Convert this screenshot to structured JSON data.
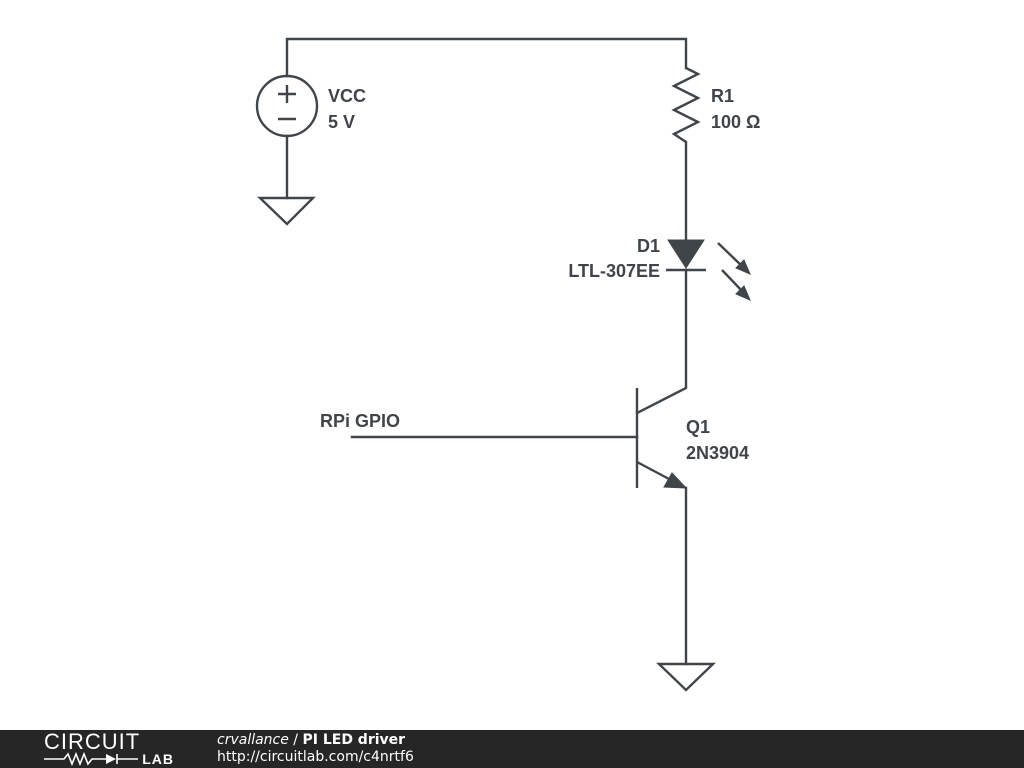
{
  "schematic": {
    "vcc": {
      "name": "VCC",
      "value": "5 V"
    },
    "r1": {
      "name": "R1",
      "value": "100 Ω"
    },
    "d1": {
      "name": "D1",
      "part": "LTL-307EE"
    },
    "q1": {
      "name": "Q1",
      "part": "2N3904"
    },
    "input_label": "RPi GPIO",
    "colors": {
      "line": "#3f4549",
      "background": "#ffffff"
    }
  },
  "footer": {
    "brand_top": "CIRCUIT",
    "brand_bottom": "LAB",
    "author": "crvallance",
    "separator": " / ",
    "title": "PI LED driver",
    "url": "http://circuitlab.com/c4nrtf6",
    "colors": {
      "background": "#262626",
      "text": "#ffffff"
    }
  }
}
